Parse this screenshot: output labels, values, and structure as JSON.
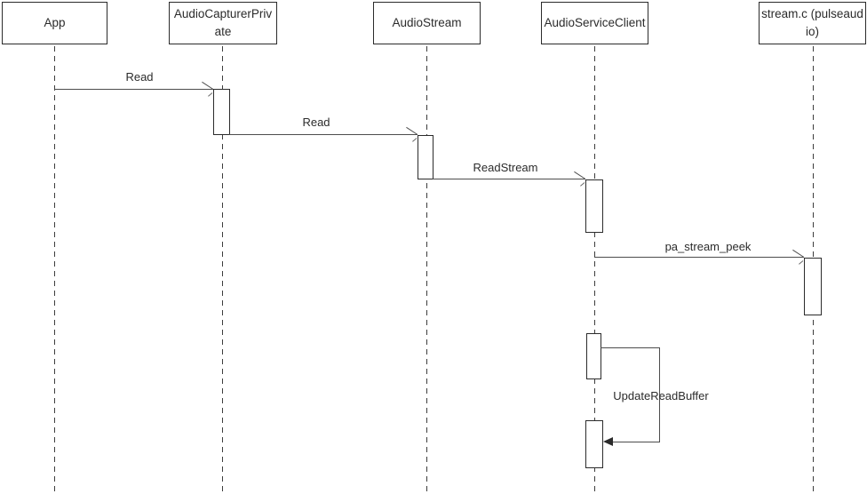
{
  "diagram": {
    "type": "uml-sequence-diagram",
    "background_color": "#ffffff",
    "line_color": "#4d4d4d",
    "border_color": "#2b2b2b",
    "text_color": "#2b2b2b",
    "participants": [
      {
        "id": "app",
        "label": "App"
      },
      {
        "id": "audio-capturer-private",
        "label": "AudioCapturerPrivate"
      },
      {
        "id": "audio-stream",
        "label": "AudioStream"
      },
      {
        "id": "audio-service-client",
        "label": "AudioServiceClient"
      },
      {
        "id": "stream-c-pulseaudio",
        "label": "stream.c (pulseaudio)"
      }
    ],
    "messages": [
      {
        "label": "Read",
        "from": "App",
        "to": "AudioCapturerPrivate",
        "self": false
      },
      {
        "label": "Read",
        "from": "AudioCapturerPrivate",
        "to": "AudioStream",
        "self": false
      },
      {
        "label": "ReadStream",
        "from": "AudioStream",
        "to": "AudioServiceClient",
        "self": false
      },
      {
        "label": "pa_stream_peek",
        "from": "AudioServiceClient",
        "to": "stream.c (pulseaudio)",
        "self": false
      },
      {
        "label": "UpdateReadBuffer",
        "from": "AudioServiceClient",
        "to": "AudioServiceClient",
        "self": true
      }
    ]
  }
}
